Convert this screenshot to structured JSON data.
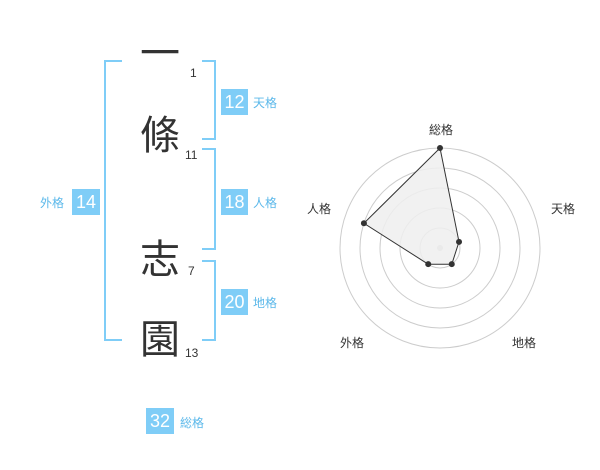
{
  "name": {
    "chars": [
      {
        "char": "一",
        "strokes": "1"
      },
      {
        "char": "條",
        "strokes": "11"
      },
      {
        "char": "志",
        "strokes": "7"
      },
      {
        "char": "園",
        "strokes": "13"
      }
    ]
  },
  "kaku": {
    "ten": {
      "value": "12",
      "label": "天格"
    },
    "jin": {
      "value": "18",
      "label": "人格"
    },
    "chi": {
      "value": "20",
      "label": "地格"
    },
    "gai": {
      "value": "14",
      "label": "外格"
    },
    "sou": {
      "value": "32",
      "label": "総格"
    }
  },
  "chart_data": {
    "type": "radar",
    "axes": [
      "総格",
      "天格",
      "地格",
      "外格",
      "人格"
    ],
    "values": [
      5,
      1,
      1,
      1,
      4
    ],
    "max": 5,
    "rings": 5,
    "colors": {
      "fill": "#eeeeee",
      "stroke": "#333333",
      "ring": "#cccccc",
      "center": "#cccccc"
    }
  }
}
